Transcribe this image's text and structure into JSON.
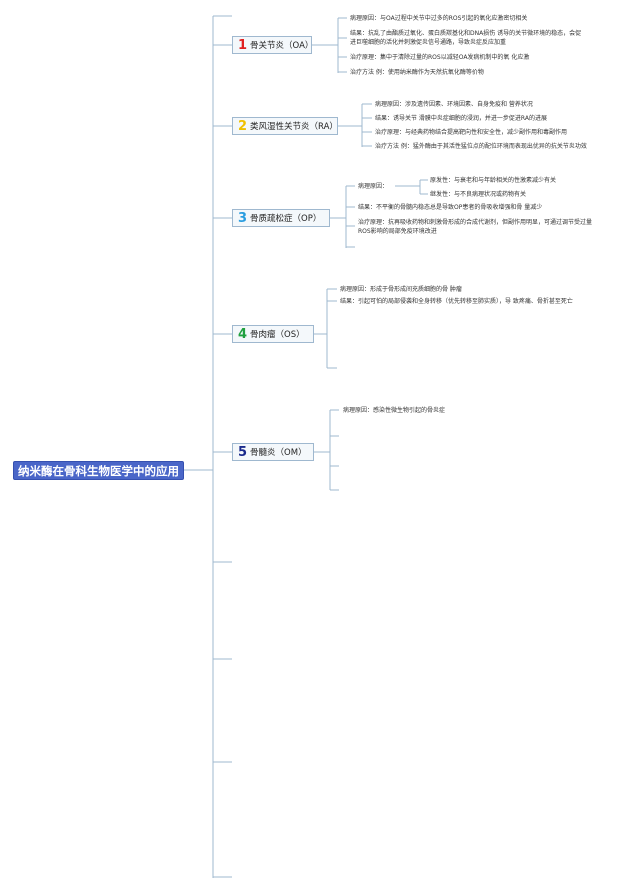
{
  "root": {
    "label": "纳米酶在骨科生物医学中的应用"
  },
  "colors": {
    "line": "#9fb8cf",
    "root_bg": "#4a66c8",
    "num1": "#e02020",
    "num2": "#f0c000",
    "num3": "#2a9de0",
    "num4": "#20a040",
    "num5": "#1a2a8c"
  },
  "branches": [
    {
      "num": "1",
      "label": "骨关节炎（OA）",
      "items": [
        "病理原因：与OA过程中关节中过多的ROS引起的氧化应激密切相关",
        "结果：抗乱了由酯质过氧化、蛋白质羰基化和DNA损伤 诱导的关节微环境的稳态，会促进巨噬细胞的活化并刺激促炎信号通路，导致炎症反应加重",
        "治疗原理：集中于清除过量的ROS以减轻OA发病机制中的氧 化应激",
        "治疗方法 例：使用纳米酶作为天然抗氧化酶等价物"
      ]
    },
    {
      "num": "2",
      "label": "类风湿性关节炎（RA）",
      "items": [
        "病理原因：涉及遗传因素、环境因素、自身免疫和 营养状况",
        "结果：诱导关节 滑膜中炎症细胞的浸润，并进一步促进RA的进展",
        "治疗原理：与经典药物结合提高靶向性和安全性，减少副作用和毒副作用",
        "治疗方法 例：猛外酶由于其活性猛位点的配位环境而表现出优异的抗关节炎功效"
      ]
    },
    {
      "num": "3",
      "label": "骨质疏松症（OP）",
      "cause_label": "病理原因：",
      "sub_items": [
        "原发性：与衰老和与年龄相关的性激素减少有关",
        "继发性：与不良病理状况或药物有关"
      ],
      "items": [
        "结果：不平衡的骨髓内稳态总是导致OP患者的骨吸收增强和骨 量减少",
        "治疗原理：抗再吸收药物和刺激骨形成的合成代谢剂，但副作用明显，可通过调节受过量ROS影响的局部免疫环境改进"
      ]
    },
    {
      "num": "4",
      "label": "骨肉瘤（OS）",
      "items": [
        "病理原因：形成于骨形成间充质细胞的骨 肿瘤",
        "结果：引起可怕的局部侵袭和全身转移（优先转移至肺实质），导 致疼痛、骨折甚至死亡"
      ]
    },
    {
      "num": "5",
      "label": "骨髓炎（OM）",
      "items": [
        "病理原因：感染性微生物引起的骨炎症"
      ]
    }
  ]
}
